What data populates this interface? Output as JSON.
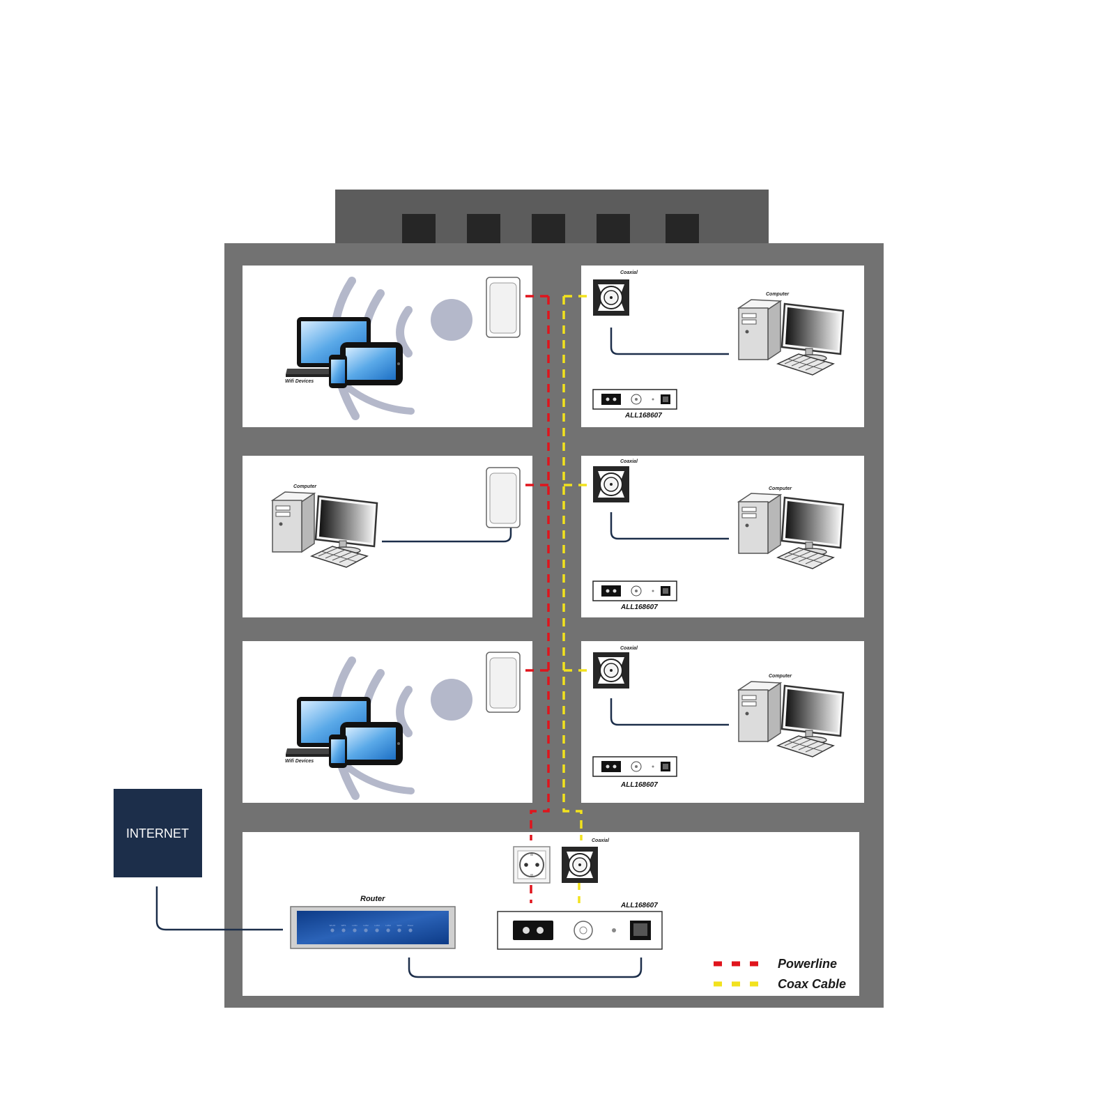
{
  "labels": {
    "internet": "INTERNET",
    "router": "Router",
    "coaxial": "Coaxial",
    "computer": "Computer",
    "wifi_devices": "Wifi Devices",
    "adapter_model": "ALL168607"
  },
  "legend": {
    "powerline": "Powerline",
    "coax": "Coax Cable"
  },
  "router_ports": [
    "WLAN",
    "WPS",
    "LAN1",
    "LAN2",
    "LAN3",
    "LAN4",
    "WAN",
    "Power"
  ],
  "colors": {
    "powerline": "#e0141c",
    "coax": "#f2e21d",
    "building": "#727272",
    "roof": "#5c5c5c",
    "internet_box": "#1c2e4a",
    "cable": "#1c2e4a"
  }
}
